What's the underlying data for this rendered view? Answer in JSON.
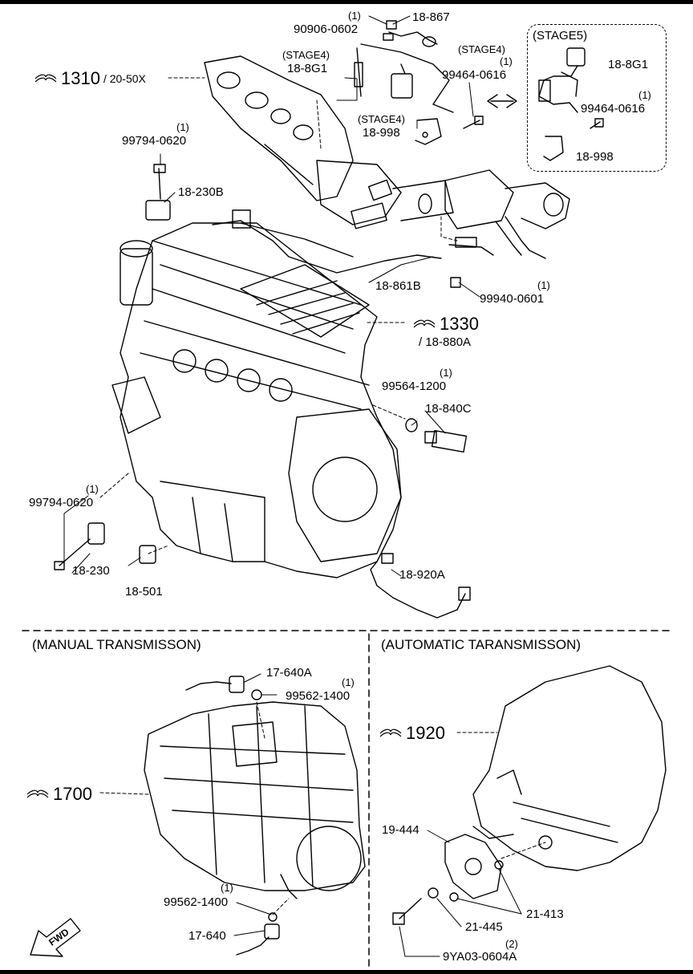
{
  "sections": {
    "manual": "(MANUAL TRANSMISSON)",
    "automatic": "(AUTOMATIC TARANSMISSON)"
  },
  "refs": {
    "r1310": {
      "num": "1310",
      "sub": "/ 20-50X"
    },
    "r1330": {
      "num": "1330",
      "sub": "/ 18-880A"
    },
    "r1700": {
      "num": "1700"
    },
    "r1920": {
      "num": "1920"
    }
  },
  "labels": {
    "q_90906": "(1)",
    "p_90906": "90906-0602",
    "p_18867": "18-867",
    "s_8g1_a": "(STAGE4)",
    "p_8g1_a": "18-8G1",
    "s_99464_a": "(STAGE4)",
    "q_99464_a": "(1)",
    "p_99464_a": "99464-0616",
    "s_998_a": "(STAGE4)",
    "p_998_a": "18-998",
    "stage5": "(STAGE5)",
    "p_8g1_b": "18-8G1",
    "q_99464_b": "(1)",
    "p_99464_b": "99464-0616",
    "p_998_b": "18-998",
    "q_99794_a": "(1)",
    "p_99794_a": "99794-0620",
    "p_230b": "18-230B",
    "p_861b": "18-861B",
    "q_99940": "(1)",
    "p_99940": "99940-0601",
    "q_99564": "(1)",
    "p_99564": "99564-1200",
    "p_840c": "18-840C",
    "q_99794_b": "(1)",
    "p_99794_b": "99794-0620",
    "p_230": "18-230",
    "p_501": "18-501",
    "p_920a": "18-920A",
    "p_640a": "17-640A",
    "q_99562_a": "(1)",
    "p_99562_a": "99562-1400",
    "q_99562_b": "(1)",
    "p_99562_b": "99562-1400",
    "p_640": "17-640",
    "p_19444": "19-444",
    "p_21413": "21-413",
    "p_21445": "21-445",
    "q_9ya03": "(2)",
    "p_9ya03": "9YA03-0604A",
    "fwd": "FWD"
  },
  "icons": {
    "book": "reference-book-icon",
    "fwd": "forward-arrow-icon",
    "stage_arrow": "double-arrow-icon"
  }
}
